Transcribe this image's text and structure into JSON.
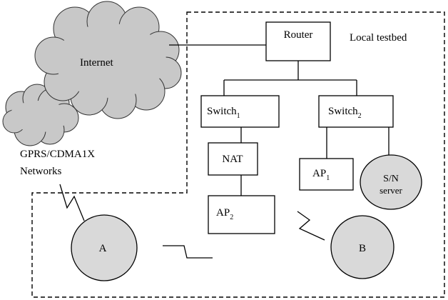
{
  "labels": {
    "internet": "Internet",
    "cellular_line1": "GPRS/CDMA1X",
    "cellular_line2": "Networks",
    "local_testbed": "Local testbed",
    "router": "Router",
    "switch1_base": "Switch",
    "switch1_sub": "1",
    "switch2_base": "Switch",
    "switch2_sub": "2",
    "nat": "NAT",
    "ap1_base": "AP",
    "ap1_sub": "1",
    "ap2_base": "AP",
    "ap2_sub": "2",
    "sn_line1": "S/N",
    "sn_line2": "server",
    "node_a": "A",
    "node_b": "B"
  }
}
